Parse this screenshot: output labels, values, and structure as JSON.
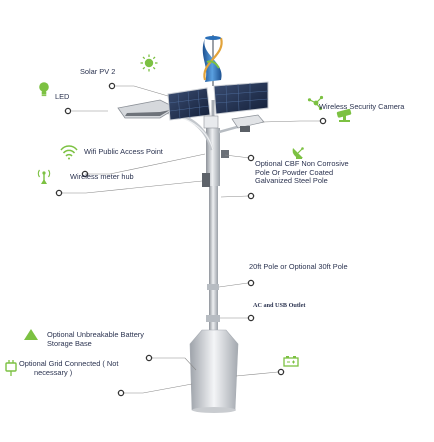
{
  "labels": {
    "solar_pv": "Solar PV 2",
    "led": "LED",
    "camera": "Wireless Security Camera",
    "wifi": "Wifi Public Access Point",
    "meter": "Wireless meter hub",
    "pole_option_line1": "Optional CBF Non Corrosive",
    "pole_option_line2": "Pole Or Powder Coated",
    "pole_option_line3": "Galvanized Steel Pole",
    "pole_height": "20ft Pole or Optional 30ft Pole",
    "outlet": "AC and USB Outlet",
    "battery_line1": "Optional Unbreakable Battery",
    "battery_line2": "Storage Base",
    "grid_line1": "Optional Grid Connected ( Not",
    "grid_line2": "necessary )"
  },
  "colors": {
    "icon_green": "#7cc142",
    "label_text": "#2b3350",
    "leader_line": "#888888",
    "pole": "#c8cbd0",
    "panel": "#1f2f4f",
    "turbine_blue": "#2a6fb8"
  },
  "icons": [
    "sun-icon",
    "bulb-icon",
    "camera-icon",
    "wifi-icon",
    "antenna-icon",
    "satellite-icon",
    "plug-icon",
    "battery-icon",
    "triangle-icon"
  ]
}
